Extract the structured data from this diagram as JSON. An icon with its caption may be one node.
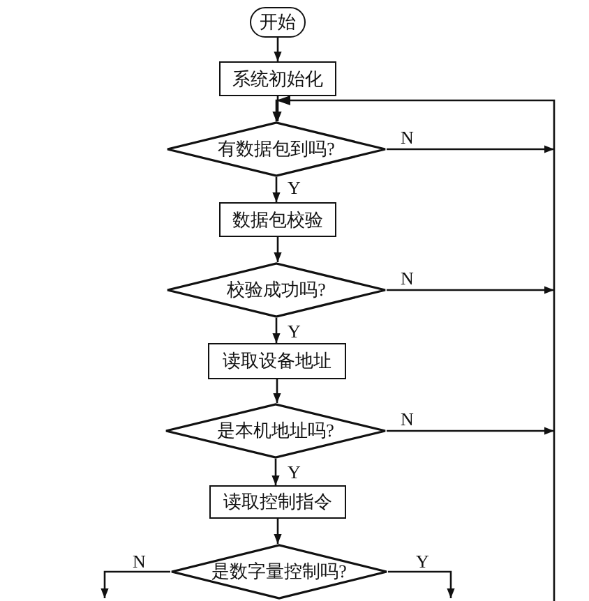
{
  "diagram": {
    "nodes": [
      {
        "text": [
          "开始"
        ]
      },
      {
        "text": [
          "系统初始化"
        ]
      },
      {
        "text": [
          "有数据包到吗?"
        ]
      },
      {
        "text": [
          "数据包校验"
        ]
      },
      {
        "text": [
          "校验成功吗?"
        ]
      },
      {
        "text": [
          "读取设备地址"
        ]
      },
      {
        "text": [
          "是本机地址吗?"
        ]
      },
      {
        "text": [
          "读取控制指令"
        ]
      },
      {
        "text": [
          "是数字量控制吗?"
        ]
      }
    ],
    "edges": [
      {
        "from": 0,
        "to": 1,
        "arrow": "to"
      },
      {
        "from": 1,
        "to": 2,
        "arrow": "to"
      },
      {
        "from": 2,
        "to": 2,
        "arrow": "to",
        "label": "N"
      },
      {
        "from": 2,
        "to": 3,
        "arrow": "to",
        "label": "Y"
      },
      {
        "from": 3,
        "to": 4,
        "arrow": "to"
      },
      {
        "from": 4,
        "to": 2,
        "arrow": "to",
        "label": "N"
      },
      {
        "from": 4,
        "to": 5,
        "arrow": "to",
        "label": "Y"
      },
      {
        "from": 5,
        "to": 6,
        "arrow": "to"
      },
      {
        "from": 6,
        "to": 2,
        "arrow": "to",
        "label": "N"
      },
      {
        "from": 6,
        "to": 7,
        "arrow": "to",
        "label": "Y"
      },
      {
        "from": 7,
        "to": 8,
        "arrow": "to"
      },
      {
        "from": 8,
        "to": null,
        "arrow": "to",
        "label": "N"
      },
      {
        "from": 8,
        "to": null,
        "arrow": "to",
        "label": "Y"
      }
    ]
  }
}
